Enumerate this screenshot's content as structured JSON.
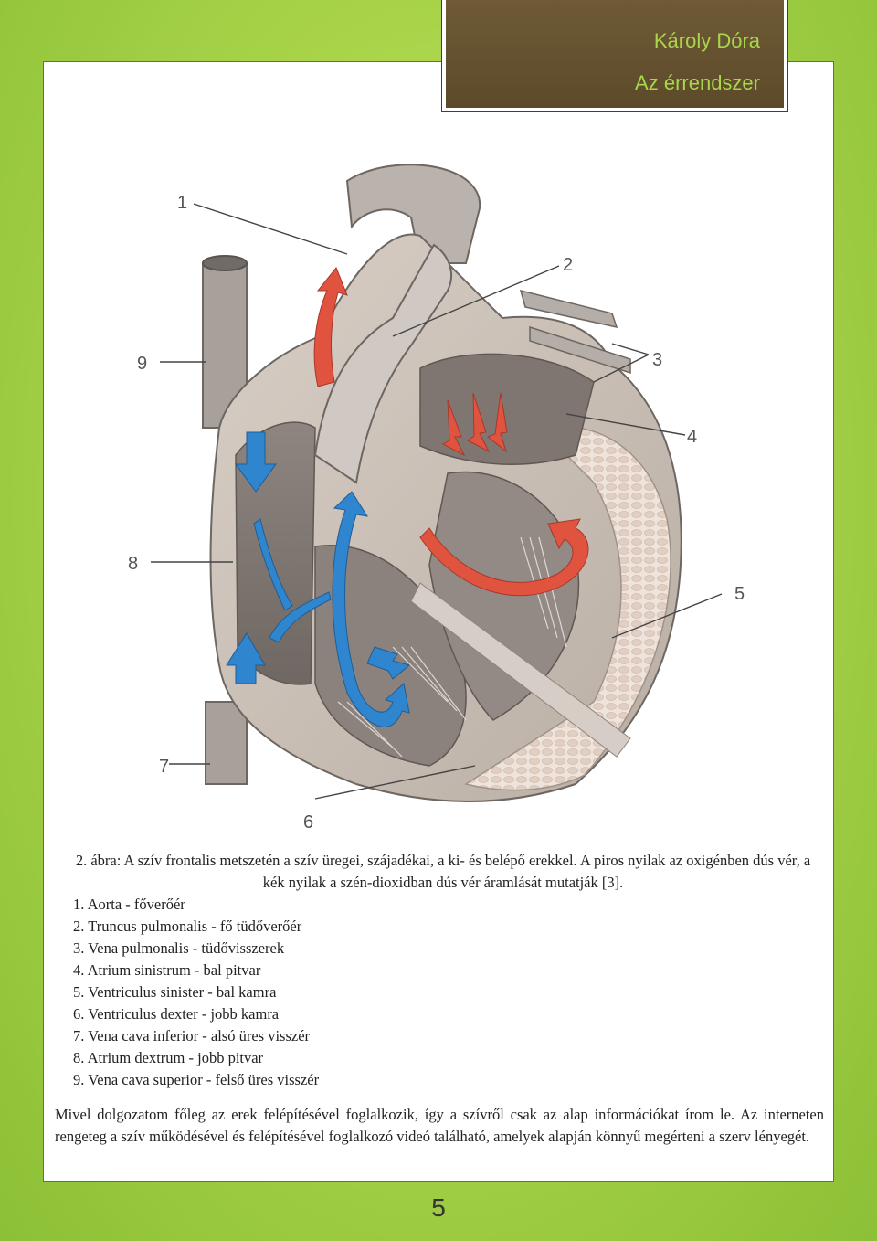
{
  "header": {
    "author": "Károly Dóra",
    "subtitle": "Az érrendszer"
  },
  "figure": {
    "labels": [
      "1",
      "2",
      "3",
      "4",
      "5",
      "6",
      "7",
      "8",
      "9"
    ]
  },
  "caption": {
    "title": "2. ábra: A szív frontalis metszetén a szív üregei, szájadékai, a ki- és belépő erekkel. A piros nyilak az oxigénben dús vér, a kék nyilak a szén-dioxidban dús vér áramlását mutatják [3].",
    "items": [
      "1. Aorta - főverőér",
      "2. Truncus pulmonalis - fő tüdőverőér",
      "3. Vena pulmonalis -  tüdővisszerek",
      "4. Atrium sinistrum - bal pitvar",
      "5. Ventriculus sinister - bal kamra",
      "6. Ventriculus dexter - jobb kamra",
      "7. Vena cava inferior - alsó üres visszér",
      "8. Atrium dextrum - jobb pitvar",
      "9. Vena cava superior - felső üres visszér"
    ]
  },
  "body": {
    "paragraph1": "Mivel dolgozatom főleg az erek felépítésével foglalkozik, így a szívről csak az alap információkat írom le. Az interneten rengeteg a szív működésével és felépítésével foglalkozó videó található, amelyek alapján könnyű megérteni a szerv lényegét."
  },
  "page_number": "5",
  "colors": {
    "background_green": "#a9d44a",
    "header_brown": "#5d4a2a",
    "header_text": "#a9d64c",
    "oxygen_arrow": "#e0533f",
    "co2_arrow": "#2f86cf"
  }
}
